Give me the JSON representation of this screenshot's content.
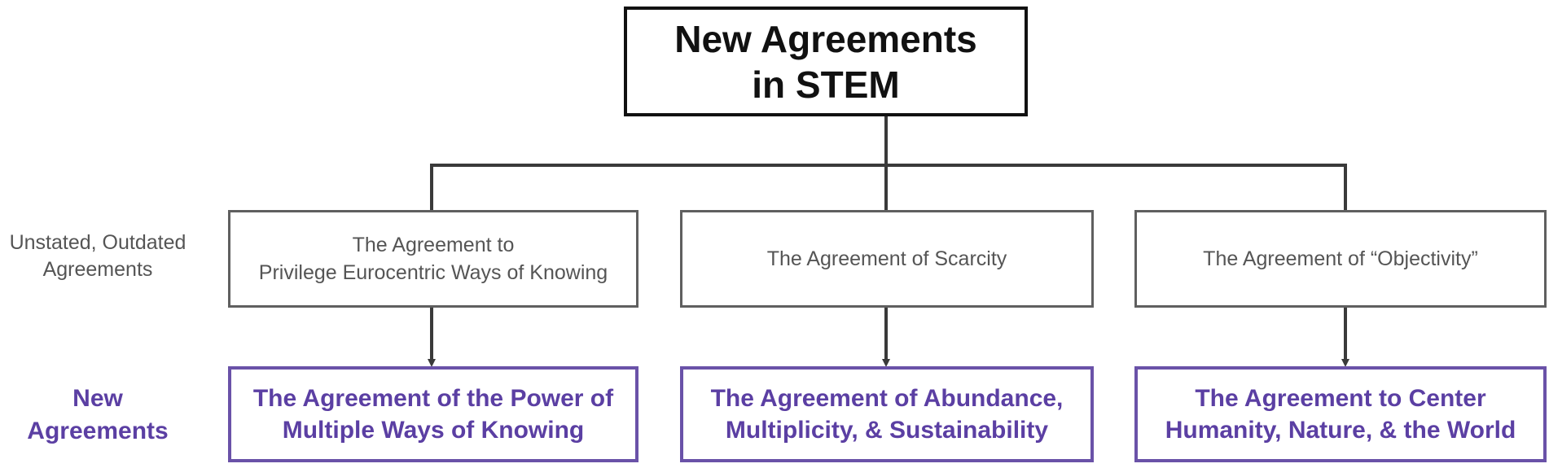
{
  "root": {
    "title_line1": "New Agreements",
    "title_line2": "in STEM"
  },
  "row_labels": {
    "old_line1": "Unstated, Outdated",
    "old_line2": "Agreements",
    "new_line1": "New",
    "new_line2": "Agreements"
  },
  "columns": [
    {
      "old_line1": "The Agreement to",
      "old_line2": "Privilege Eurocentric Ways of Knowing",
      "new_line1": "The Agreement of the Power of",
      "new_line2": "Multiple Ways of Knowing"
    },
    {
      "old_line1": "The Agreement of Scarcity",
      "new_line1": "The Agreement of Abundance,",
      "new_line2": "Multiplicity, & Sustainability"
    },
    {
      "old_line1": "The Agreement of “Objectivity”",
      "new_line1": "The Agreement to Center",
      "new_line2": "Humanity, Nature, & the World"
    }
  ],
  "colors": {
    "connector": "#3a3a3a",
    "old_border": "#5f5f5f",
    "new_border": "#6a52a8",
    "new_text": "#5b3fa3"
  }
}
